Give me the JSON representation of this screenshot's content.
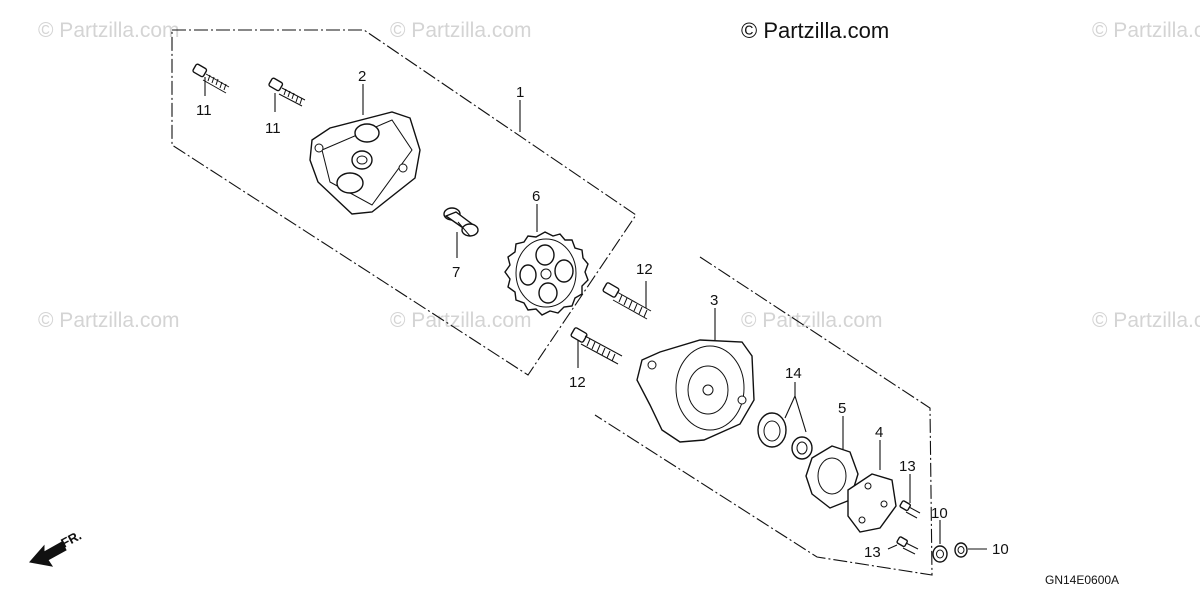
{
  "watermarks": {
    "top_left": "© Partzilla.com",
    "top_mid": "© Partzilla.com",
    "top_right": "© Partzilla.com",
    "mid_left": "© Partzilla.com",
    "mid_center": "© Partzilla.com",
    "mid_right": "© Partzilla.com",
    "mid_far_right": "© Partzilla.com"
  },
  "copyright": "© Partzilla.com",
  "diagram_code": "GN14E0600A",
  "direction_label": "FR.",
  "icons": [
    "front-direction-arrow-icon"
  ],
  "callouts": {
    "c1": "1",
    "c2": "2",
    "c3": "3",
    "c4": "4",
    "c5": "5",
    "c6": "6",
    "c7": "7",
    "c10a": "10",
    "c10b": "10",
    "c11a": "11",
    "c11b": "11",
    "c12a": "12",
    "c12b": "12",
    "c13a": "13",
    "c13b": "13",
    "c14": "14"
  }
}
